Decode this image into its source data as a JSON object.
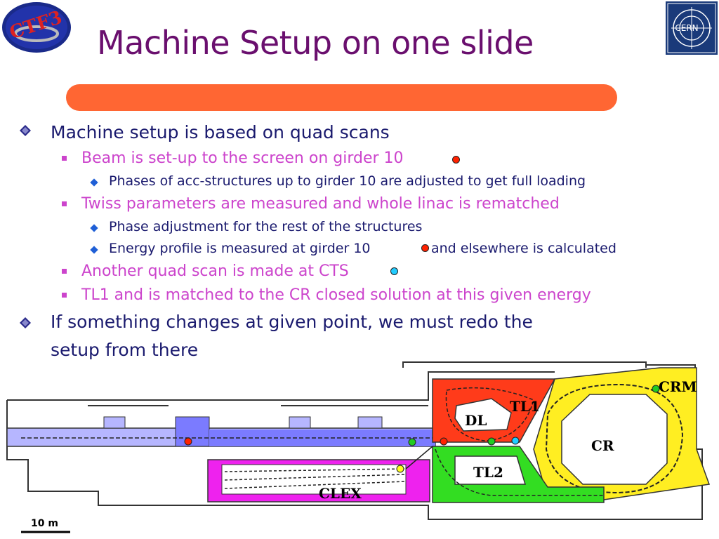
{
  "slide": {
    "title": "Machine Setup on one slide",
    "accent_color": "#ff6633",
    "title_color": "#6a0f6e"
  },
  "logos": {
    "left_logo_text": "CTF3",
    "right_logo_text": "CERN"
  },
  "bullets": [
    {
      "level": 1,
      "text": "Machine setup is based on quad scans"
    },
    {
      "level": 2,
      "text": "Beam is set-up to the screen on girder 10",
      "marker": "red"
    },
    {
      "level": 3,
      "text": "Phases of acc-structures up to girder 10 are adjusted to get full loading"
    },
    {
      "level": 2,
      "text": "Twiss parameters are measured and whole linac is rematched"
    },
    {
      "level": 3,
      "text": "Phase adjustment for the rest of the structures"
    },
    {
      "level": 3,
      "text_before": "Energy profile is measured at girder 10",
      "text_after": "and elsewhere is calculated",
      "marker": "red"
    },
    {
      "level": 2,
      "text": "Another quad scan is made at CTS",
      "marker": "cyan"
    },
    {
      "level": 2,
      "text": "TL1 and is matched to the CR closed solution at this given energy"
    },
    {
      "level": 1,
      "text_line1": "If something changes at given point, we must redo the",
      "text_line2": "setup from there"
    }
  ],
  "map": {
    "labels": {
      "dl": "DL",
      "tl1": "TL1",
      "cr": "CR",
      "crm": "CRM",
      "tl2": "TL2",
      "clex": "CLEX"
    },
    "scale": "10 m",
    "colors": {
      "linac": "#7b7bff",
      "dl_area": "#ff3b1a",
      "cr_area": "#ffee22",
      "tl2_area": "#33dd22",
      "clex_area": "#ee22ee"
    },
    "markers": [
      "red",
      "red",
      "green",
      "green",
      "cyan",
      "green",
      "yellow"
    ]
  }
}
